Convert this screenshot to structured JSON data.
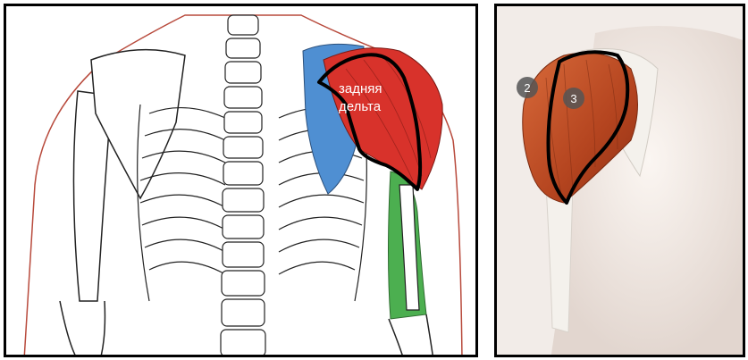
{
  "left_panel": {
    "label_line1": "задняя",
    "label_line2": "дельта",
    "colors": {
      "outline": "#000000",
      "posterior_deltoid": "#d8322b",
      "infraspinatus_area": "#4f8fd2",
      "triceps_area": "#4caf50",
      "skin_outline": "#b84a3c"
    }
  },
  "right_panel": {
    "markers": [
      "2",
      "3"
    ],
    "colors": {
      "deltoid_muscle": "#c8522c",
      "bone": "#f4f1ec",
      "background": "#f2ece8",
      "marker": "#555555"
    }
  }
}
